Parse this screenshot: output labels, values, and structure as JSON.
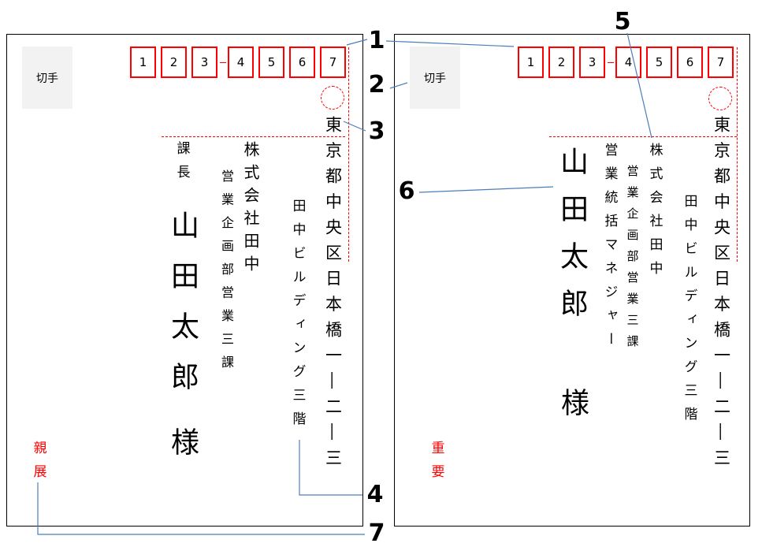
{
  "colors": {
    "guide": "#ff0000",
    "callout_line": "#4a7ebb",
    "stamp_bg": "#f2f2f2"
  },
  "postal_digits": [
    "1",
    "2",
    "3",
    "4",
    "5",
    "6",
    "7"
  ],
  "callouts": [
    "1",
    "2",
    "3",
    "4",
    "5",
    "6",
    "7"
  ],
  "left_envelope": {
    "stamp": "切手",
    "address": "東京都中央区日本橋一―二―三",
    "building": "田中ビルディング三階",
    "company": "株式会社田中",
    "department": "営業企画部営業三課",
    "title": "課長",
    "name": "山田太郎",
    "honorific": "様",
    "note": "親展"
  },
  "right_envelope": {
    "stamp": "切手",
    "address": "東京都中央区日本橋一―二―三",
    "building": "田中ビルディング三階",
    "company": "株式会社田中",
    "department": "営業企画部営業三課",
    "title": "営業統括マネジャー",
    "name": "山田太郎",
    "honorific": "様",
    "note": "重要"
  }
}
